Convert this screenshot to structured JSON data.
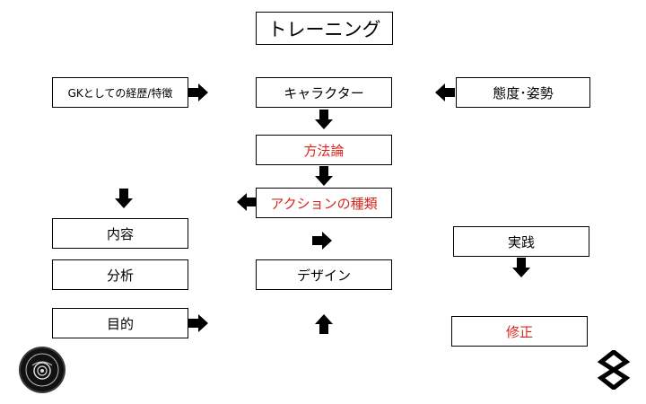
{
  "diagram": {
    "title": "トレーニング",
    "left": {
      "top": "GKとしての経歴/特徴",
      "content": "内容",
      "analysis": "分析",
      "purpose": "目的"
    },
    "center": {
      "character": "キャラクター",
      "method": "方法論",
      "action_types": "アクションの種類",
      "design": "デザイン"
    },
    "right": {
      "attitude": "態度･姿勢",
      "practice": "実践",
      "correction": "修正"
    },
    "colors": {
      "accent_red": "#d9261c",
      "line": "#000000"
    },
    "icons": {
      "bottom_left": "circular-emblem-logo",
      "bottom_right": "infinity-symbol-logo"
    }
  }
}
